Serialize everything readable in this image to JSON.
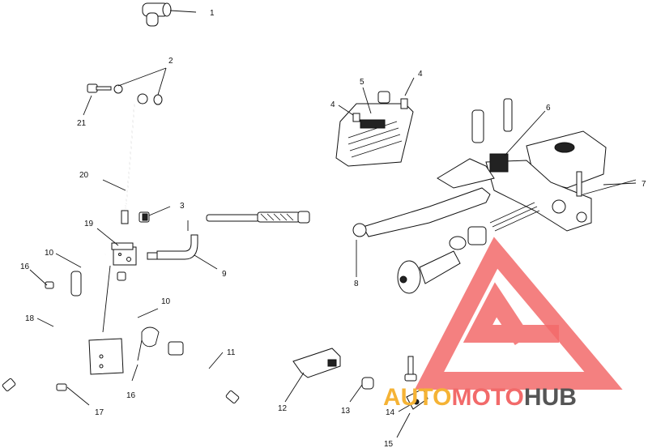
{
  "diagram": {
    "callouts": [
      {
        "id": "c1",
        "label": "1"
      },
      {
        "id": "c2",
        "label": "2"
      },
      {
        "id": "c3",
        "label": "3"
      },
      {
        "id": "c4a",
        "label": "4"
      },
      {
        "id": "c4b",
        "label": "4"
      },
      {
        "id": "c5",
        "label": "5"
      },
      {
        "id": "c6",
        "label": "6"
      },
      {
        "id": "c7",
        "label": "7"
      },
      {
        "id": "c8",
        "label": "8"
      },
      {
        "id": "c9",
        "label": "9"
      },
      {
        "id": "c10a",
        "label": "10"
      },
      {
        "id": "c10b",
        "label": "10"
      },
      {
        "id": "c11",
        "label": "11"
      },
      {
        "id": "c12",
        "label": "12"
      },
      {
        "id": "c13",
        "label": "13"
      },
      {
        "id": "c14",
        "label": "14"
      },
      {
        "id": "c15",
        "label": "15"
      },
      {
        "id": "c16a",
        "label": "16"
      },
      {
        "id": "c16b",
        "label": "16"
      },
      {
        "id": "c17",
        "label": "17"
      },
      {
        "id": "c18",
        "label": "18"
      },
      {
        "id": "c19",
        "label": "19"
      },
      {
        "id": "c20",
        "label": "20"
      },
      {
        "id": "c21",
        "label": "21"
      }
    ]
  },
  "watermark": {
    "part1": "AUTO",
    "part2": "MOTO",
    "part3": "HUB",
    "colors": {
      "part1": "#f5b335",
      "part2": "#f26a6a",
      "part3": "#555555",
      "triangle": "#f26a6a"
    }
  }
}
